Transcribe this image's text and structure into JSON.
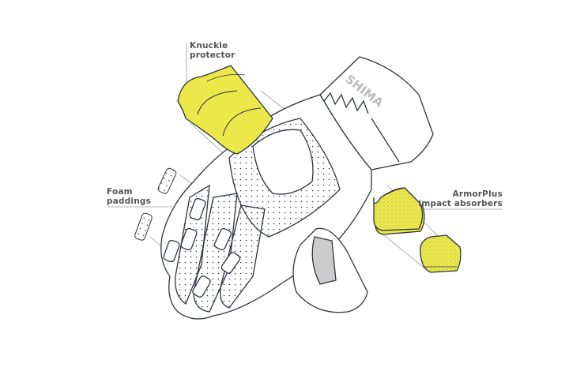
{
  "labels": {
    "knuckle": [
      "Knuckle",
      "protector"
    ],
    "foam": [
      "Foam",
      "paddings"
    ],
    "armor": [
      "ArmorPlus",
      "impact absorbers"
    ]
  },
  "logo": {
    "brand": "SHIMA"
  },
  "colors": {
    "pad": "#ebe84a",
    "outline": "#2f3340",
    "leader": "#9a9a9a",
    "text": "#555555"
  }
}
